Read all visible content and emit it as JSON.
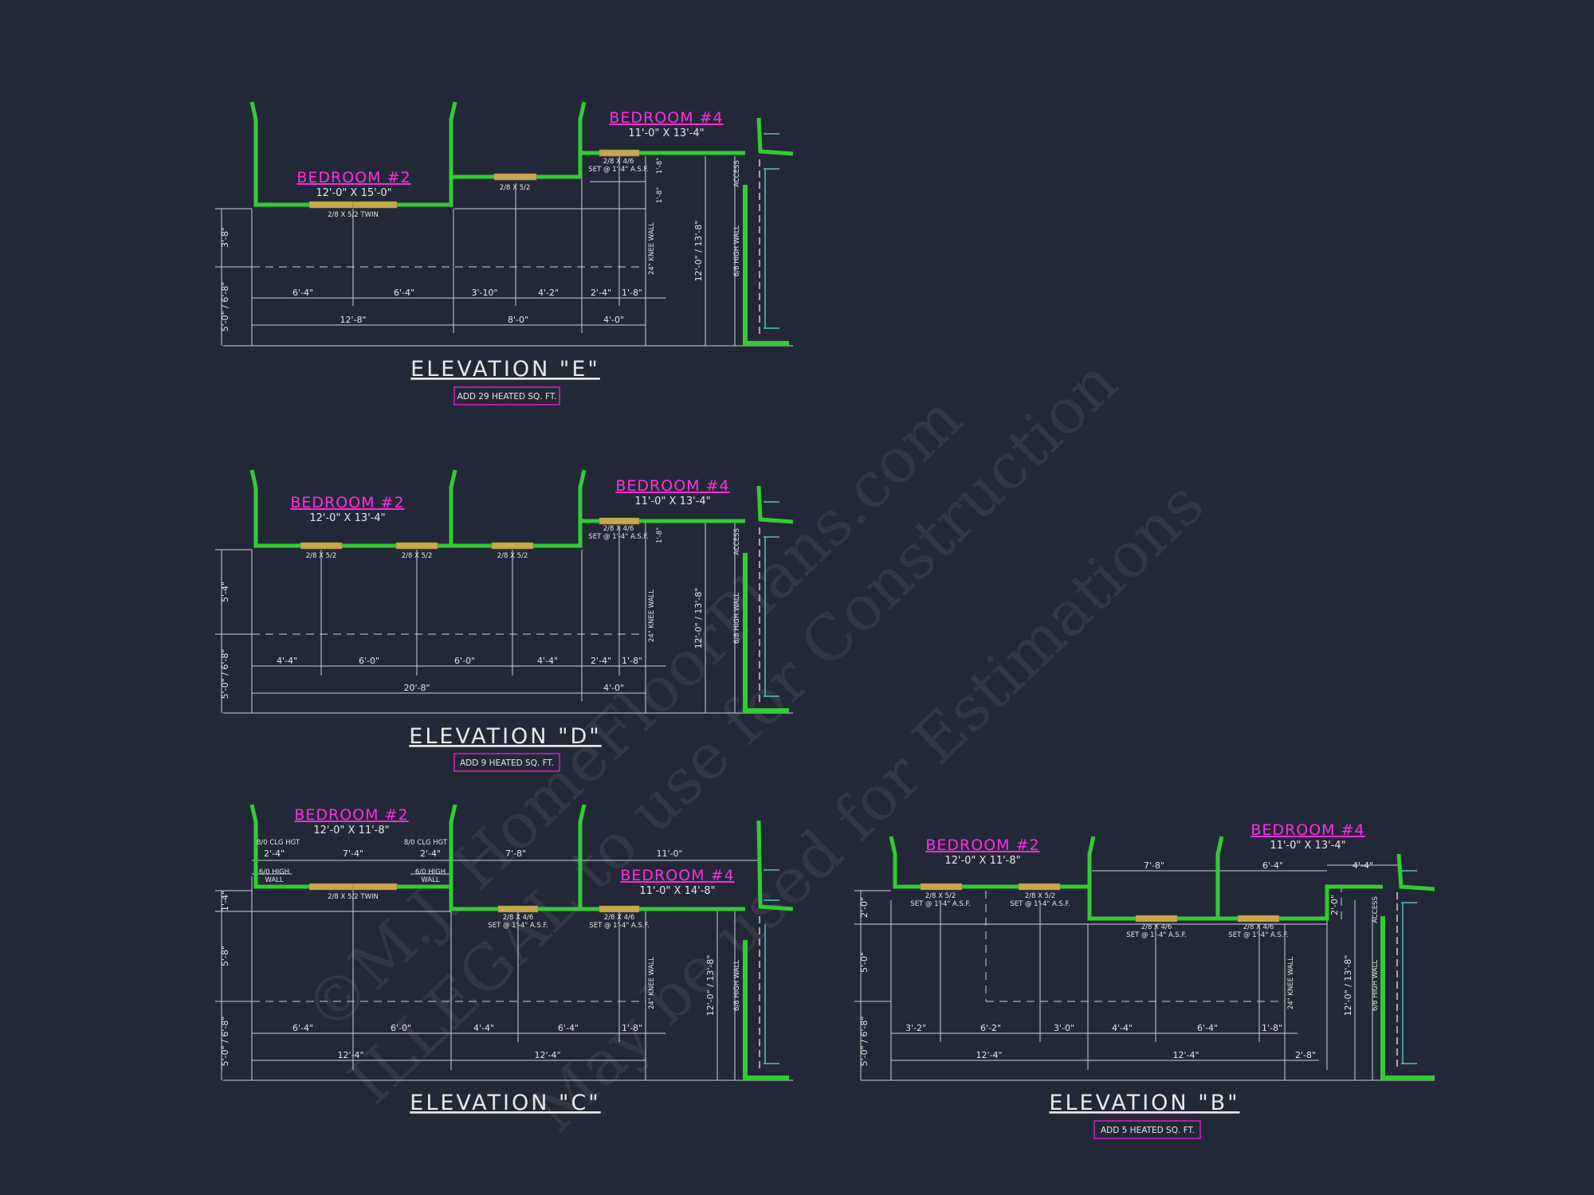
{
  "watermark": {
    "line1": "©M.J. HomeFloorPlans.com",
    "line2": "ILLEGAL to use for Construction",
    "line3": "May be used for Estimations"
  },
  "labels": {
    "bedroom2": "BEDROOM #2",
    "bedroom4": "BEDROOM #4",
    "access": "ACCESS",
    "high_wall_6_8": "6/8 HIGH WALL",
    "knee_wall_24": "24\" KNEE WALL",
    "wall_height": "12'-0\" / 13'-8\"",
    "set_1_4_asf": "SET @ 1'-4\" A.S.F.",
    "win_2_8x5_2": "2/8 X 5/2",
    "win_2_8x5_2_twin": "2/8 X 5/2 TWIN",
    "win_2_8x4_6": "2/8 X 4/6",
    "clg_hgt_8_0": "8/0 CLG HGT",
    "high_6_0": "6/0 HIGH",
    "wall": "WALL",
    "v_3_8": "3'-8\"",
    "v_5_0_6_8": "5'-0\" / 6'-8\"",
    "v_5_4": "5'-4\"",
    "v_5_8": "5'-8\"",
    "v_1_4": "1'-4\"",
    "v_2_0": "2'-0\"",
    "v_5_0": "5'-0\"",
    "v_1_8": "1'-8\""
  },
  "elevation_e": {
    "title": "ELEVATION \"E\"",
    "note": "ADD 29 HEATED SQ. FT.",
    "bedroom2_size": "12'-0\" X 15'-0\"",
    "bedroom4_size": "11'-0\" X 13'-4\"",
    "dims_row1": [
      "6'-4\"",
      "6'-4\"",
      "3'-10\"",
      "4'-2\"",
      "2'-4\"",
      "1'-8\""
    ],
    "dims_row2": [
      "12'-8\"",
      "8'-0\"",
      "4'-0\""
    ]
  },
  "elevation_d": {
    "title": "ELEVATION \"D\"",
    "note": "ADD 9 HEATED SQ. FT.",
    "bedroom2_size": "12'-0\" X 13'-4\"",
    "bedroom4_size": "11'-0\" X 13'-4\"",
    "dims_row1": [
      "4'-4\"",
      "6'-0\"",
      "6'-0\"",
      "4'-4\"",
      "2'-4\"",
      "1'-8\""
    ],
    "dims_row2": [
      "20'-8\"",
      "4'-0\""
    ]
  },
  "elevation_c": {
    "title": "ELEVATION \"C\"",
    "bedroom2_size": "12'-0\" X 11'-8\"",
    "bedroom4_size": "11'-0\" X 14'-8\"",
    "dims_top": [
      "2'-4\"",
      "7'-4\"",
      "2'-4\"",
      "7'-8\"",
      "11'-0\""
    ],
    "dims_row1": [
      "6'-4\"",
      "6'-0\"",
      "4'-4\"",
      "6'-4\"",
      "1'-8\""
    ],
    "dims_row2": [
      "12'-4\"",
      "12'-4\""
    ]
  },
  "elevation_b": {
    "title": "ELEVATION \"B\"",
    "note": "ADD 5 HEATED SQ. FT.",
    "bedroom2_size": "12'-0\" X 11'-8\"",
    "bedroom4_size": "11'-0\" X 13'-4\"",
    "dims_top": [
      "7'-8\"",
      "6'-4\"",
      "4'-4\""
    ],
    "dims_row1": [
      "3'-2\"",
      "6'-2\"",
      "3'-0\"",
      "4'-4\"",
      "6'-4\"",
      "1'-8\""
    ],
    "dims_row2": [
      "12'-4\"",
      "12'-4\"",
      "2'-8\""
    ]
  },
  "colors": {
    "background": "#232838",
    "wall": "#33cc33",
    "room_label": "#ff2fe0",
    "dimension": "#e6e6e6",
    "window": "#c8a84b",
    "access": "#4fc3c7",
    "note_box": "#d81fc4"
  }
}
